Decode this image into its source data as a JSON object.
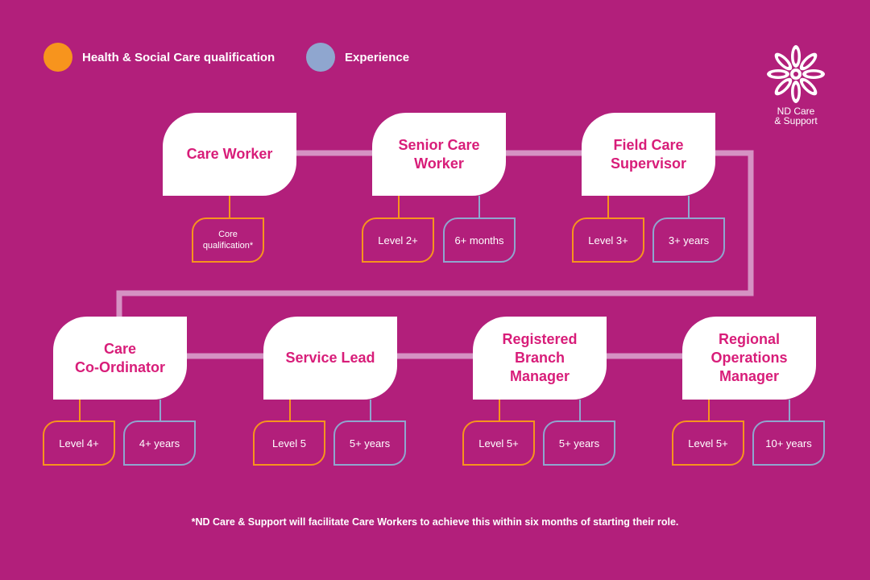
{
  "legend": {
    "qualification": {
      "label": "Health & Social Care qualification",
      "color": "#f7941d"
    },
    "experience": {
      "label": "Experience",
      "color": "#8fa6cf"
    }
  },
  "logo": {
    "line1": "ND Care",
    "line2": "& Support"
  },
  "colors": {
    "background": "#b21f7b",
    "card": "#ffffff",
    "card_text": "#d81d79",
    "connector": "#d592c3"
  },
  "roles": [
    {
      "label": "Care Worker",
      "qualification": "Core\nqualification*",
      "experience": ""
    },
    {
      "label": "Senior Care\nWorker",
      "qualification": "Level 2+",
      "experience": "6+ months"
    },
    {
      "label": "Field Care\nSupervisor",
      "qualification": "Level 3+",
      "experience": "3+ years"
    },
    {
      "label": "Care\nCo-Ordinator",
      "qualification": "Level 4+",
      "experience": "4+ years"
    },
    {
      "label": "Service Lead",
      "qualification": "Level 5",
      "experience": "5+ years"
    },
    {
      "label": "Registered\nBranch\nManager",
      "qualification": "Level 5+",
      "experience": "5+ years"
    },
    {
      "label": "Regional\nOperations\nManager",
      "qualification": "Level 5+",
      "experience": "10+ years"
    }
  ],
  "footnote": "*ND Care & Support will facilitate Care Workers to achieve this within six months of starting their role."
}
